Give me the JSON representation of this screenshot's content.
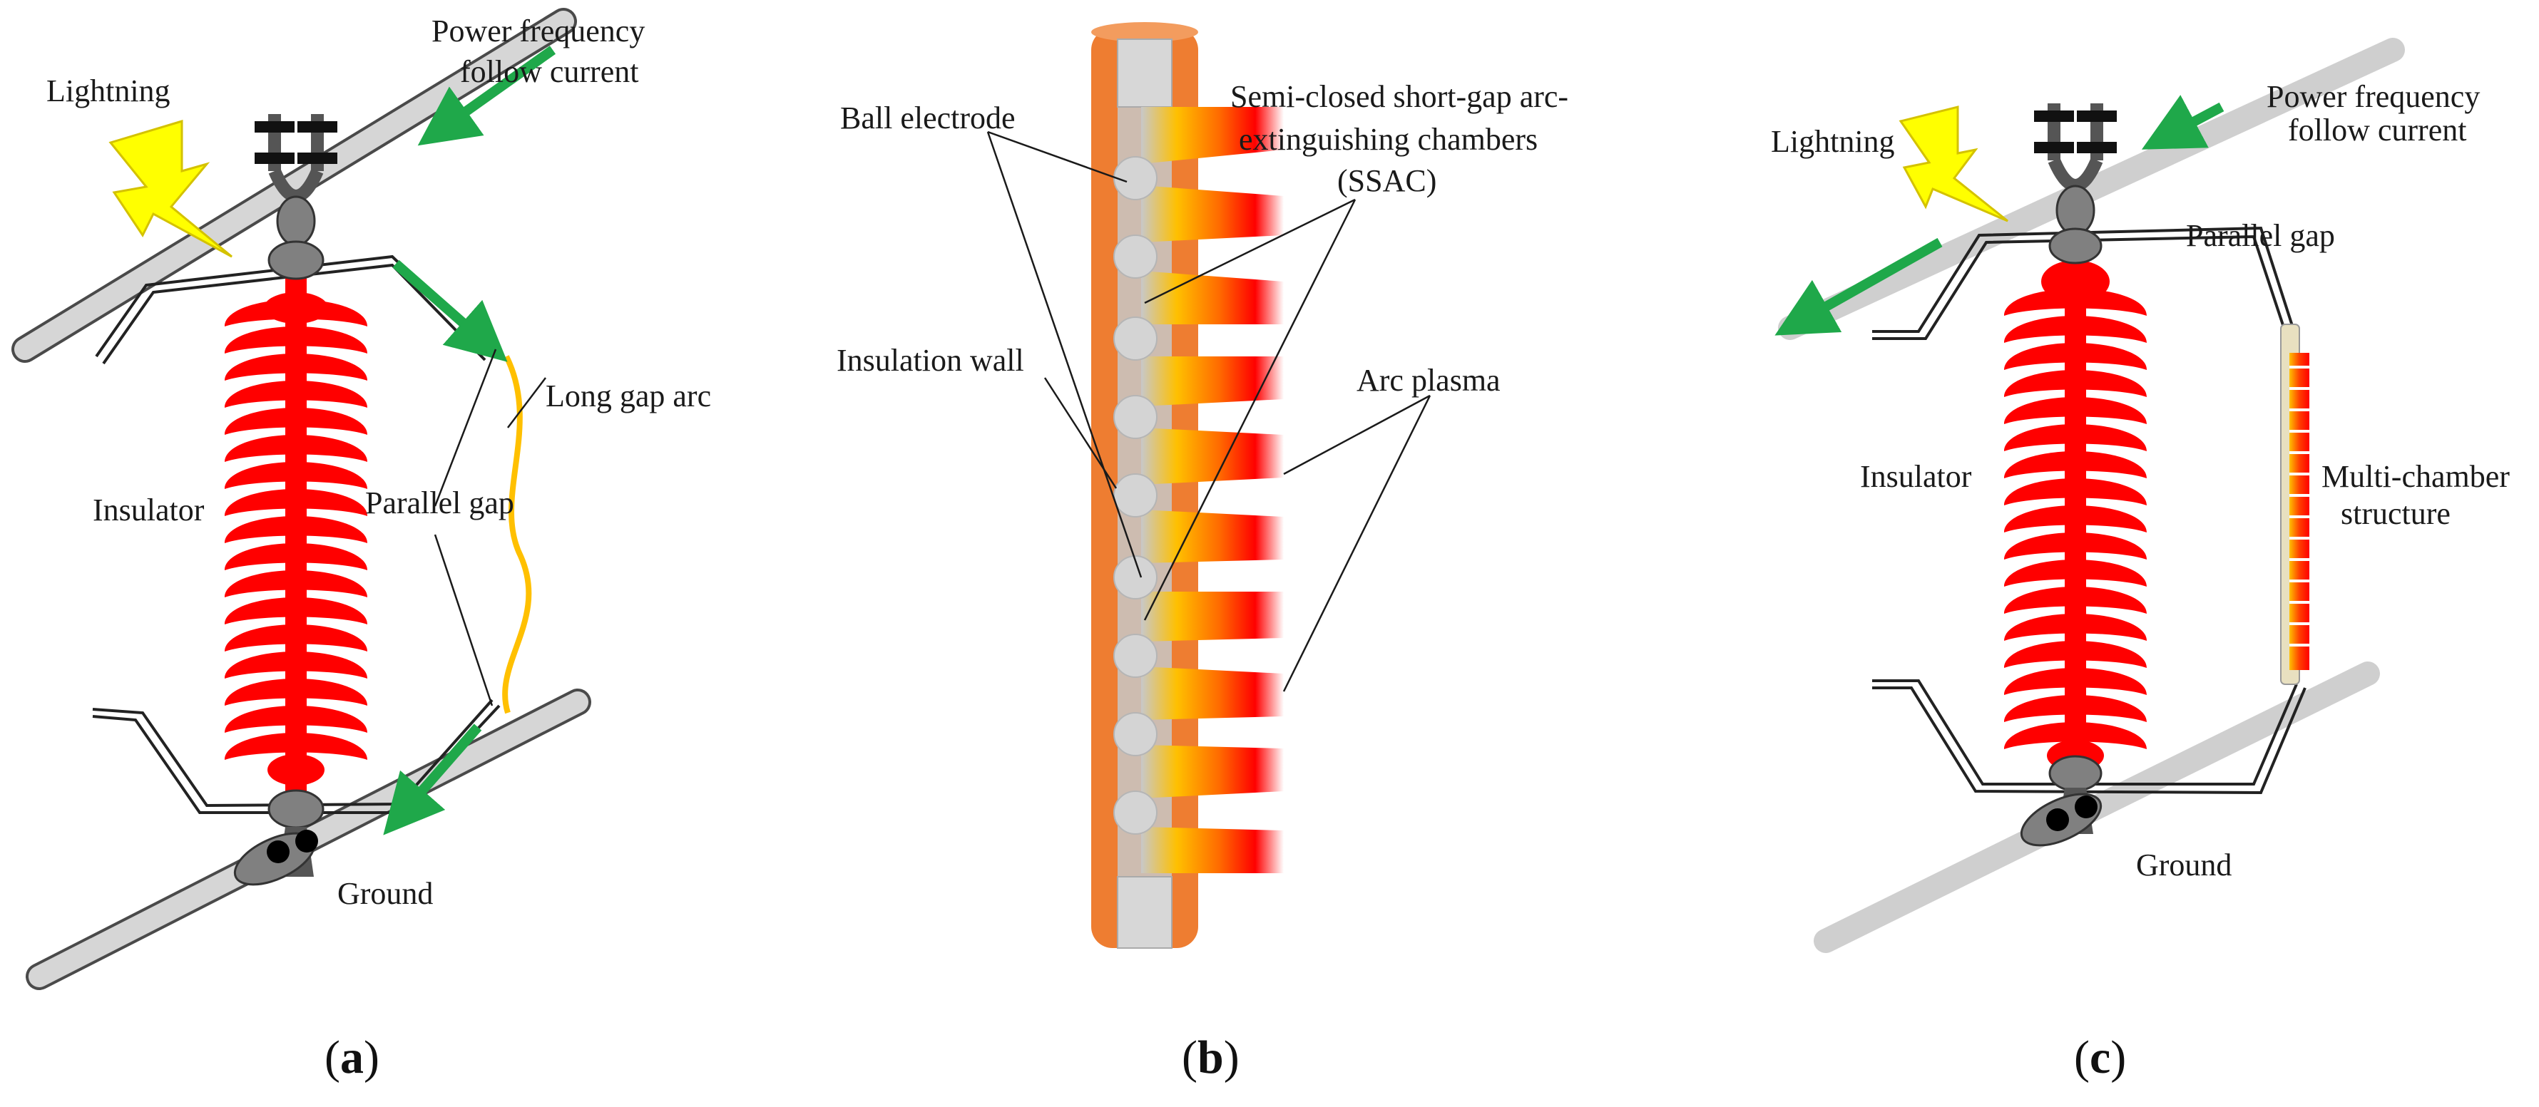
{
  "panels": {
    "a": {
      "caption_open": "(",
      "caption_letter": "a",
      "caption_close": ")",
      "labels": {
        "power1": "Power frequency",
        "power2": "follow current",
        "lightning": "Lightning",
        "long_gap": "Long gap arc",
        "insulator": "Insulator",
        "parallel_gap": "Parallel gap",
        "ground": "Ground"
      }
    },
    "b": {
      "caption_open": "(",
      "caption_letter": "b",
      "caption_close": ")",
      "labels": {
        "ball_electrode": "Ball electrode",
        "ssac1": "Semi-closed short-gap arc-",
        "ssac2": "extinguishing chambers",
        "ssac3": "(SSAC)",
        "insulation_wall": "Insulation wall",
        "arc_plasma": "Arc plasma"
      }
    },
    "c": {
      "caption_open": "(",
      "caption_letter": "c",
      "caption_close": ")",
      "labels": {
        "lightning": "Lightning",
        "power1": "Power frequency",
        "power2": "follow current",
        "parallel_gap": "Parallel gap",
        "insulator": "Insulator",
        "multi1": "Multi-chamber",
        "multi2": "structure",
        "ground": "Ground"
      }
    }
  },
  "colors": {
    "insulator": "#ff0000",
    "arrow": "#1fa84a",
    "lightning": "#ffff00",
    "arc": "#ffc000",
    "wall": "#ee7d31",
    "conductor": "#d4d4d4",
    "hardware": "#7f7f7f"
  }
}
